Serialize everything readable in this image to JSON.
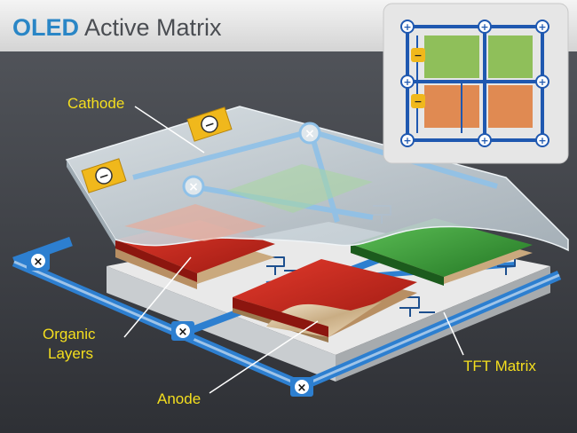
{
  "title": {
    "prefix": "OLED",
    "rest": " Active Matrix"
  },
  "labels": {
    "cathode": "Cathode",
    "organic_line1": "Organic",
    "organic_line2": "Layers",
    "anode": "Anode",
    "tft": "TFT Matrix"
  },
  "symbols": {
    "minus": "−",
    "plus": "+",
    "cross": "×"
  },
  "colors": {
    "background": "#3a3d44",
    "title_bar": "#e9e9e9",
    "title_accent": "#2a86c6",
    "title_text": "#4a4d52",
    "label_text": "#f5df1e",
    "tft_blue": "#2d7fd0",
    "red_layer": "#c8261c",
    "green_layer": "#3a9a38",
    "anode_gold": "#e5d3b2",
    "cathode_glass": "#cbd5dc"
  }
}
